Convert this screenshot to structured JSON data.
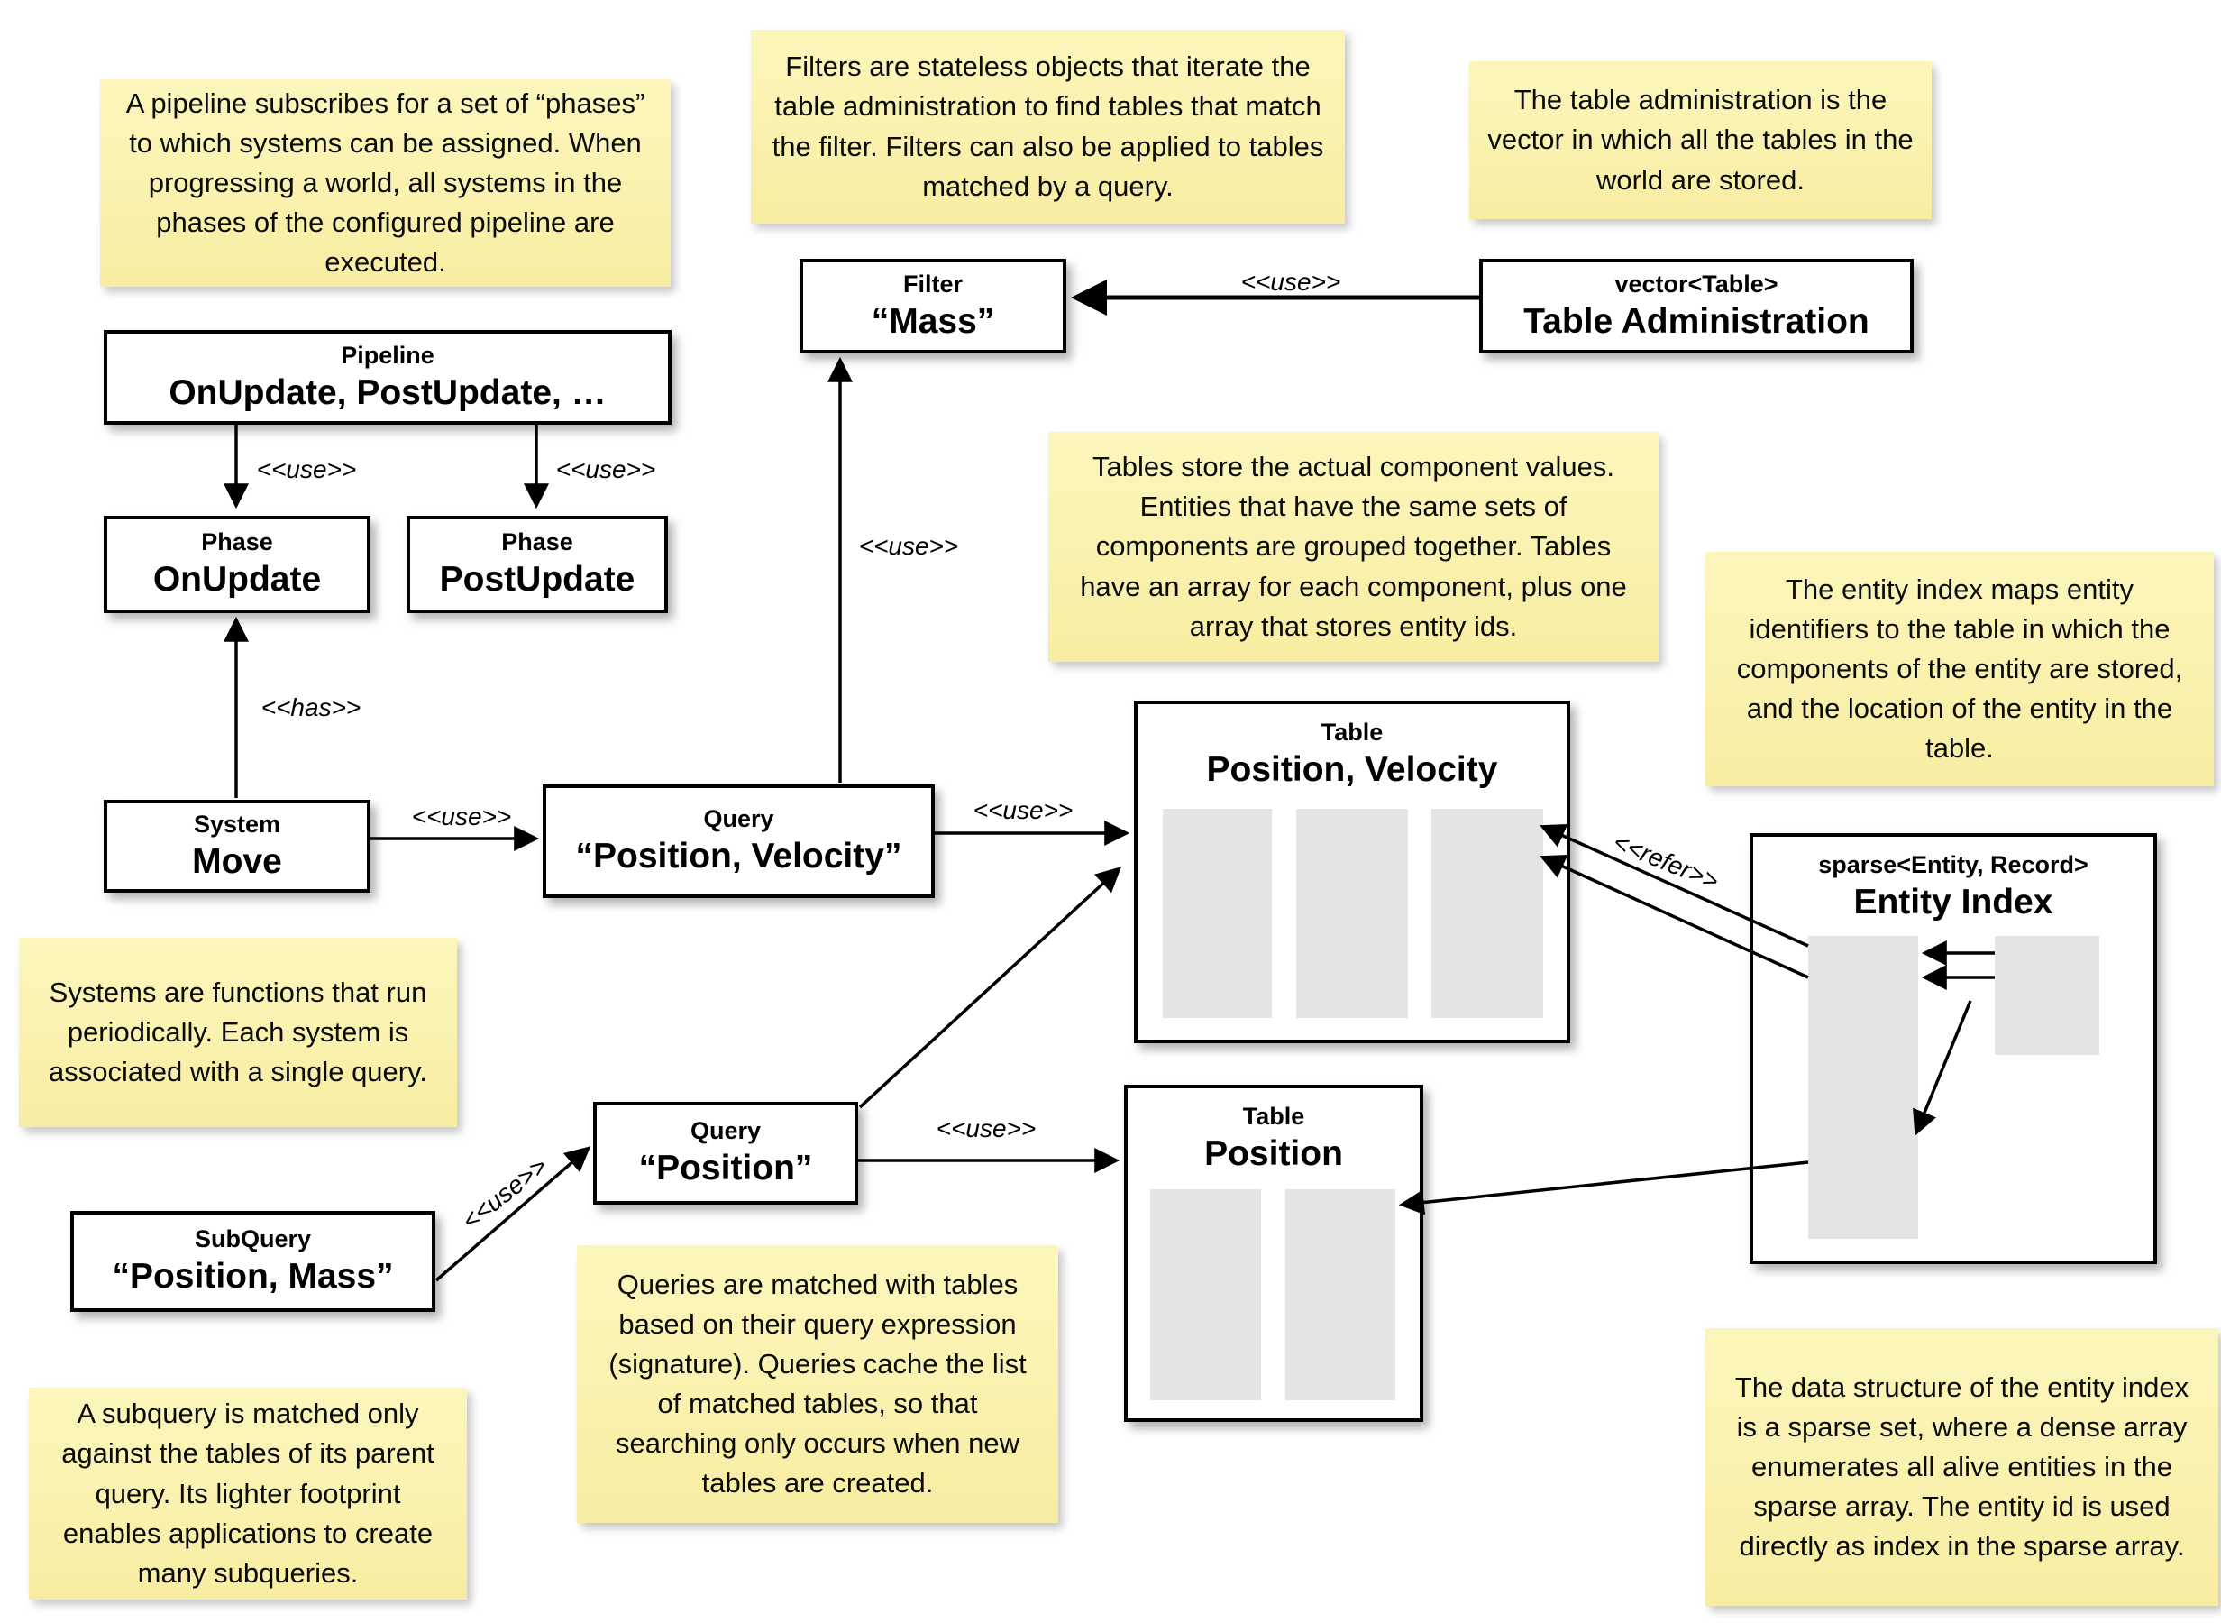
{
  "labels": {
    "use": "<<use>>",
    "has": "<<has>>",
    "refer": "<<refer>>"
  },
  "boxes": {
    "pipeline": {
      "stereotype": "Pipeline",
      "name": "OnUpdate, PostUpdate, …"
    },
    "phase_on_update": {
      "stereotype": "Phase",
      "name": "OnUpdate"
    },
    "phase_post_update": {
      "stereotype": "Phase",
      "name": "PostUpdate"
    },
    "system_move": {
      "stereotype": "System",
      "name": "Move"
    },
    "query_position_velocity": {
      "stereotype": "Query",
      "name": "“Position, Velocity”"
    },
    "filter_mass": {
      "stereotype": "Filter",
      "name": "“Mass”"
    },
    "table_administration": {
      "stereotype": "vector<Table>",
      "name": "Table Administration"
    },
    "table_position_velocity": {
      "stereotype": "Table",
      "name": "Position, Velocity"
    },
    "table_position": {
      "stereotype": "Table",
      "name": "Position"
    },
    "entity_index": {
      "stereotype": "sparse<Entity, Record>",
      "name": "Entity Index"
    },
    "subquery_position_mass": {
      "stereotype": "SubQuery",
      "name": "“Position, Mass”"
    },
    "query_position": {
      "stereotype": "Query",
      "name": "“Position”"
    }
  },
  "notes": {
    "pipeline": "A pipeline subscribes for a set of “phases” to which systems can be assigned. When progressing a world, all systems in the phases of the configured pipeline are executed.",
    "filters": "Filters are stateless objects that iterate the table administration to find tables that match the filter. Filters can also be applied to tables matched by a query.",
    "table_administration": "The table administration is the vector in which all the tables in the world are stored.",
    "tables": "Tables store the actual component values. Entities that have the same sets of components are grouped together. Tables have an array for each component, plus one array that stores entity ids.",
    "entity_index": "The entity index maps entity identifiers to the table in which the components of the entity are stored, and the location of the entity in the table.",
    "systems": "Systems are functions that run periodically. Each system is associated with a single query.",
    "queries": "Queries are matched with tables based on their query expression (signature). Queries cache the list of matched tables, so that searching only occurs when new tables are created.",
    "subqueries": "A subquery is matched only against the tables of its parent query. Its lighter footprint enables applications to create many subqueries.",
    "sparse_set": "The data structure of the entity index is a sparse set, where a dense array enumerates all alive entities in the sparse array. The entity id is used directly as index in the sparse array."
  },
  "colors": {
    "background": "#FFFFFF",
    "box_border": "#000000",
    "note_fill_top": "#FCF6BC",
    "note_fill_bottom": "#F7EDA2",
    "array_fill": "#E4E4E4"
  }
}
